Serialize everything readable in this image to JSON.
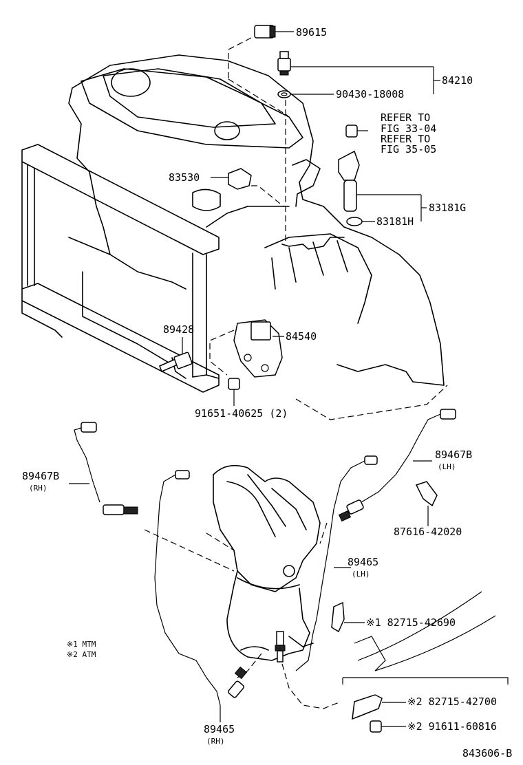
{
  "labels": {
    "p89615": "89615",
    "p84210": "84210",
    "p90430": "90430-18008",
    "refer1a": "REFER TO",
    "refer1b": "FIG 33-04",
    "refer2a": "REFER TO",
    "refer2b": "FIG 35-05",
    "p83530": "83530",
    "p83181g": "83181G",
    "p83181h": "83181H",
    "p89428": "89428",
    "p84540": "84540",
    "p91651": "91651-40625 (2)",
    "p89467b_lh": "89467B",
    "lh1": "(LH)",
    "p89467b_rh": "89467B",
    "rh1": "(RH)",
    "p87616": "87616-42020",
    "p89465_lh": "89465",
    "lh2": "(LH)",
    "p82715_1": "※1 82715-42690",
    "note1": "※1 MTM",
    "note2": "※2 ATM",
    "p82715_2": "※2 82715-42700",
    "p91611": "※2 91611-60816",
    "p89465_rh": "89465",
    "rh2": "(RH)",
    "figure_id": "843606-B"
  }
}
